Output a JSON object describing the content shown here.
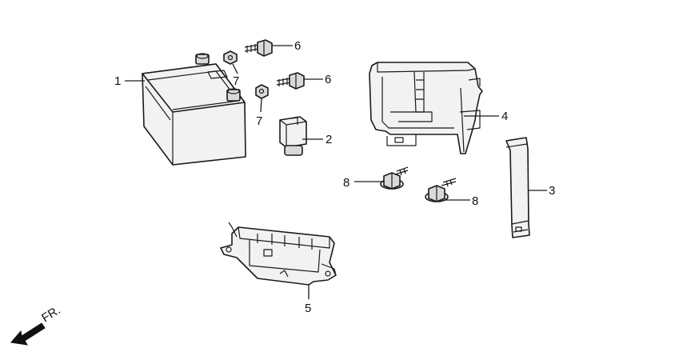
{
  "callouts": {
    "battery": "1",
    "fuse_holder": "2",
    "battery_strap": "3",
    "battery_bracket": "4",
    "battery_tray": "5",
    "bolt_upper": "6",
    "bolt_lower": "6",
    "nut_upper": "7",
    "nut_lower": "7",
    "flange_bolt_left": "8",
    "flange_bolt_right": "8"
  },
  "direction_label": "FR.",
  "colors": {
    "line": "#1a1a1a",
    "fill": "#f2f2f2",
    "background": "#ffffff"
  }
}
